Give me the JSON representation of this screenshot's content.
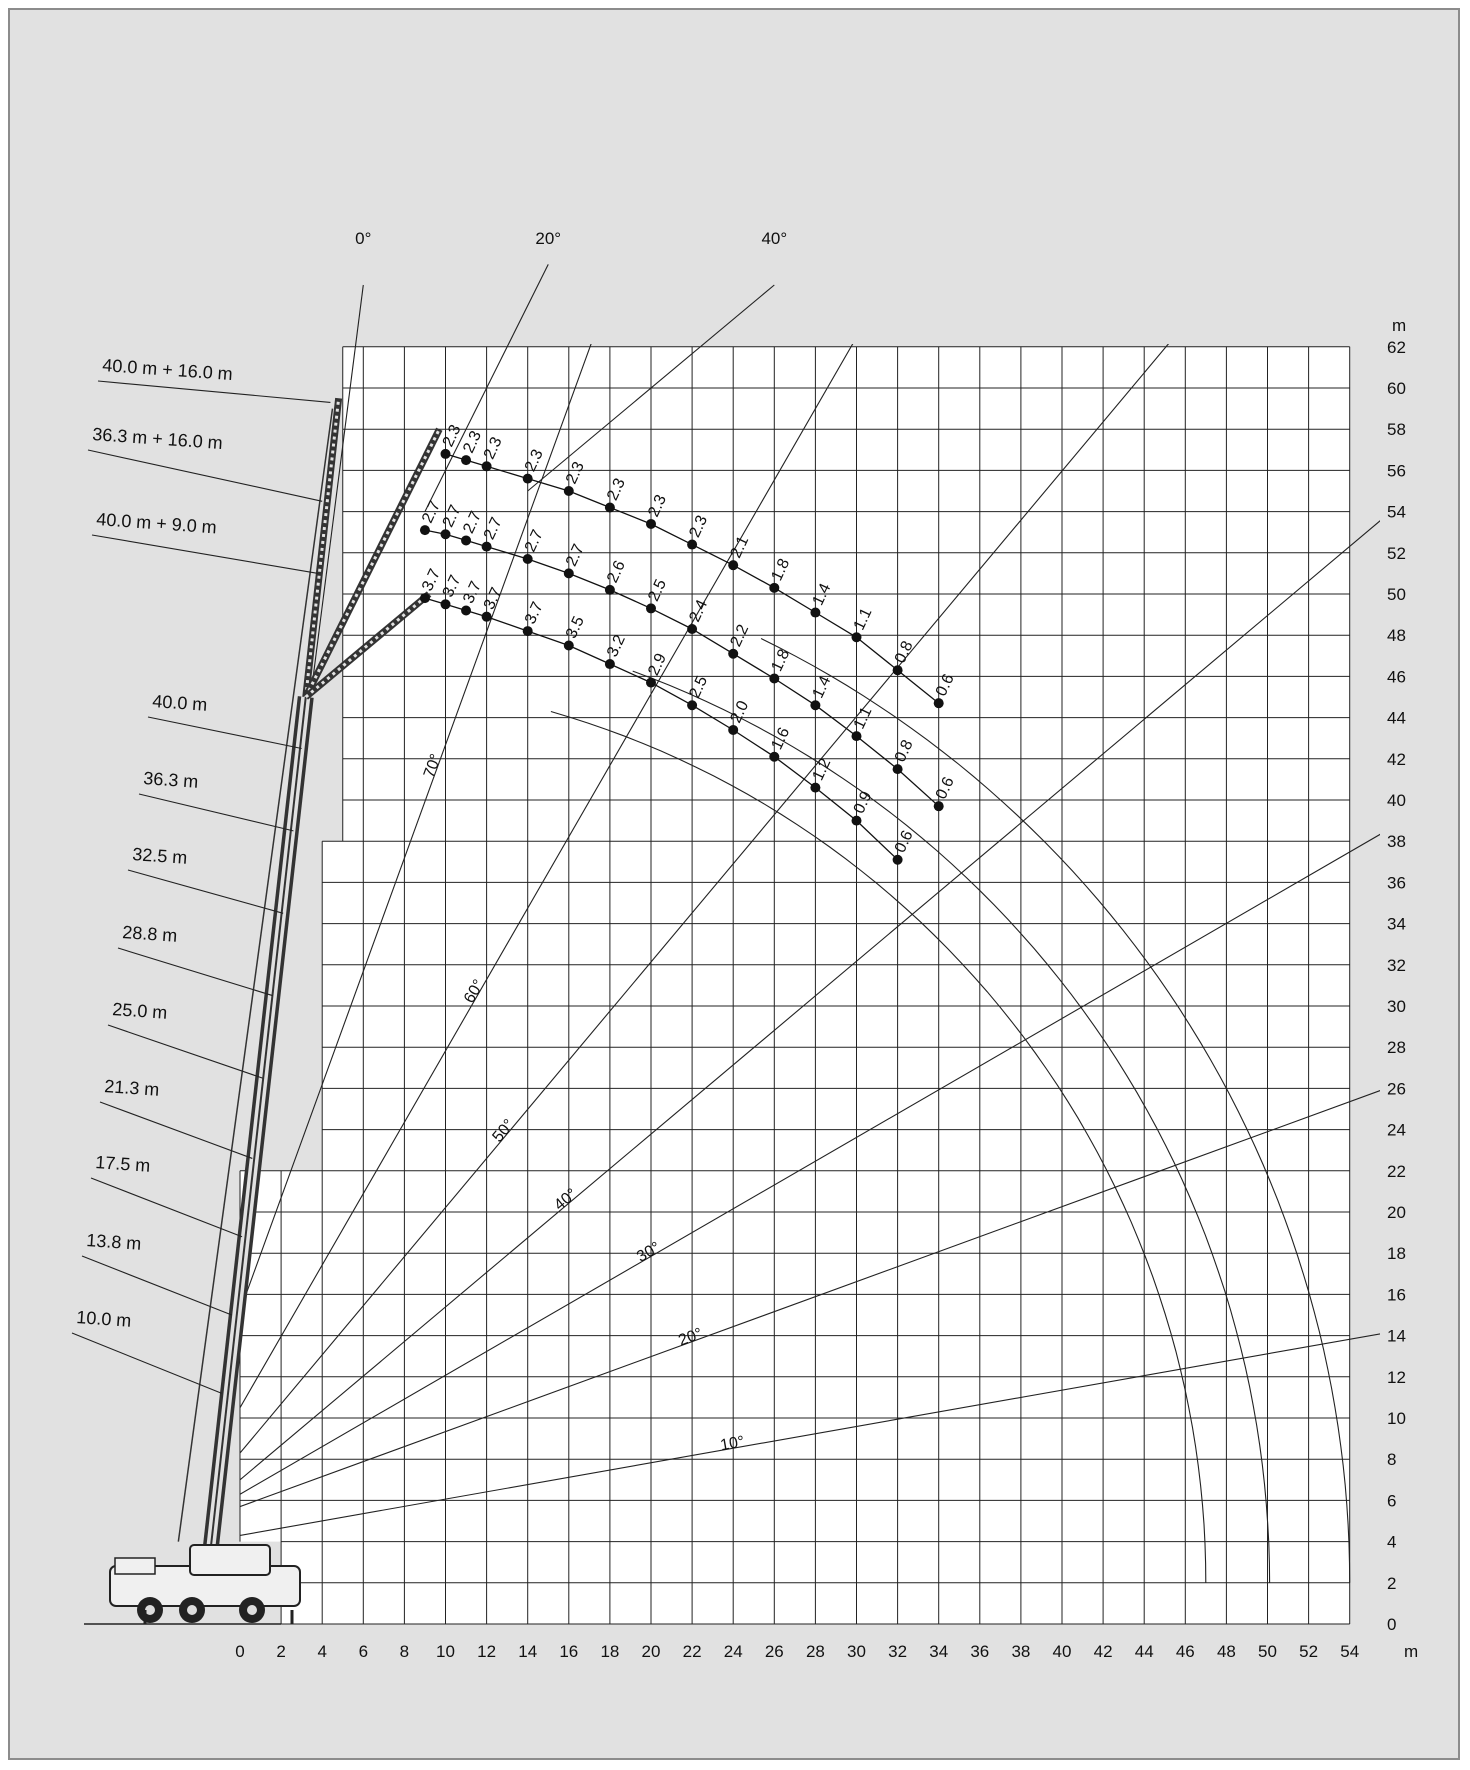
{
  "unit_label": "m",
  "chart_data": {
    "type": "range-diagram",
    "x_ticks": [
      0,
      2,
      4,
      6,
      8,
      10,
      12,
      14,
      16,
      18,
      20,
      22,
      24,
      26,
      28,
      30,
      32,
      34,
      36,
      38,
      40,
      42,
      44,
      46,
      48,
      50,
      52,
      54
    ],
    "y_ticks": [
      0,
      2,
      4,
      6,
      8,
      10,
      12,
      14,
      16,
      18,
      20,
      22,
      24,
      26,
      28,
      30,
      32,
      34,
      36,
      38,
      40,
      42,
      44,
      46,
      48,
      50,
      52,
      54,
      56,
      58,
      60,
      62
    ],
    "xlim": [
      0,
      54
    ],
    "ylim": [
      0,
      62
    ],
    "boom_angle_lines": [
      {
        "label": "10°",
        "angle": 10
      },
      {
        "label": "20°",
        "angle": 20
      },
      {
        "label": "30°",
        "angle": 30
      },
      {
        "label": "40°",
        "angle": 40
      },
      {
        "label": "50°",
        "angle": 50
      },
      {
        "label": "60°",
        "angle": 60
      },
      {
        "label": "70°",
        "angle": 70
      }
    ],
    "jib_offset_labels": [
      "0°",
      "20°",
      "40°"
    ],
    "boom_length_labels": [
      "40.0 m + 16.0 m",
      "36.3 m + 16.0 m",
      "40.0 m + 9.0 m",
      "40.0 m",
      "36.3 m",
      "32.5 m",
      "28.8 m",
      "25.0 m",
      "21.3 m",
      "17.5 m",
      "13.8 m",
      "10.0 m"
    ],
    "load_series": [
      {
        "points": [
          {
            "x": 10,
            "y": 56.8,
            "load": "2.3"
          },
          {
            "x": 11,
            "y": 56.5,
            "load": "2.3"
          },
          {
            "x": 12,
            "y": 56.2,
            "load": "2.3"
          },
          {
            "x": 14,
            "y": 55.6,
            "load": "2.3"
          },
          {
            "x": 16,
            "y": 55.0,
            "load": "2.3"
          },
          {
            "x": 18,
            "y": 54.2,
            "load": "2.3"
          },
          {
            "x": 20,
            "y": 53.4,
            "load": "2.3"
          },
          {
            "x": 22,
            "y": 52.4,
            "load": "2.3"
          },
          {
            "x": 24,
            "y": 51.4,
            "load": "2.1"
          },
          {
            "x": 26,
            "y": 50.3,
            "load": "1.8"
          },
          {
            "x": 28,
            "y": 49.1,
            "load": "1.4"
          },
          {
            "x": 30,
            "y": 47.9,
            "load": "1.1"
          },
          {
            "x": 32,
            "y": 46.3,
            "load": "0.8"
          },
          {
            "x": 34,
            "y": 44.7,
            "load": "0.6"
          }
        ]
      },
      {
        "points": [
          {
            "x": 9,
            "y": 53.1,
            "load": "2.7"
          },
          {
            "x": 10,
            "y": 52.9,
            "load": "2.7"
          },
          {
            "x": 11,
            "y": 52.6,
            "load": "2.7"
          },
          {
            "x": 12,
            "y": 52.3,
            "load": "2.7"
          },
          {
            "x": 14,
            "y": 51.7,
            "load": "2.7"
          },
          {
            "x": 16,
            "y": 51.0,
            "load": "2.7"
          },
          {
            "x": 18,
            "y": 50.2,
            "load": "2.6"
          },
          {
            "x": 20,
            "y": 49.3,
            "load": "2.5"
          },
          {
            "x": 22,
            "y": 48.3,
            "load": "2.4"
          },
          {
            "x": 24,
            "y": 47.1,
            "load": "2.2"
          },
          {
            "x": 26,
            "y": 45.9,
            "load": "1.8"
          },
          {
            "x": 28,
            "y": 44.6,
            "load": "1.4"
          },
          {
            "x": 30,
            "y": 43.1,
            "load": "1.1"
          },
          {
            "x": 32,
            "y": 41.5,
            "load": "0.8"
          },
          {
            "x": 34,
            "y": 39.7,
            "load": "0.6"
          }
        ]
      },
      {
        "points": [
          {
            "x": 9,
            "y": 49.8,
            "load": "3.7"
          },
          {
            "x": 10,
            "y": 49.5,
            "load": "3.7"
          },
          {
            "x": 11,
            "y": 49.2,
            "load": "3.7"
          },
          {
            "x": 12,
            "y": 48.9,
            "load": "3.7"
          },
          {
            "x": 14,
            "y": 48.2,
            "load": "3.7"
          },
          {
            "x": 16,
            "y": 47.5,
            "load": "3.5"
          },
          {
            "x": 18,
            "y": 46.6,
            "load": "3.2"
          },
          {
            "x": 20,
            "y": 45.7,
            "load": "2.9"
          },
          {
            "x": 22,
            "y": 44.6,
            "load": "2.5"
          },
          {
            "x": 24,
            "y": 43.4,
            "load": "2.0"
          },
          {
            "x": 26,
            "y": 42.1,
            "load": "1.6"
          },
          {
            "x": 28,
            "y": 40.6,
            "load": "1.2"
          },
          {
            "x": 30,
            "y": 39.0,
            "load": "0.9"
          },
          {
            "x": 32,
            "y": 37.1,
            "load": "0.6"
          }
        ]
      }
    ]
  }
}
